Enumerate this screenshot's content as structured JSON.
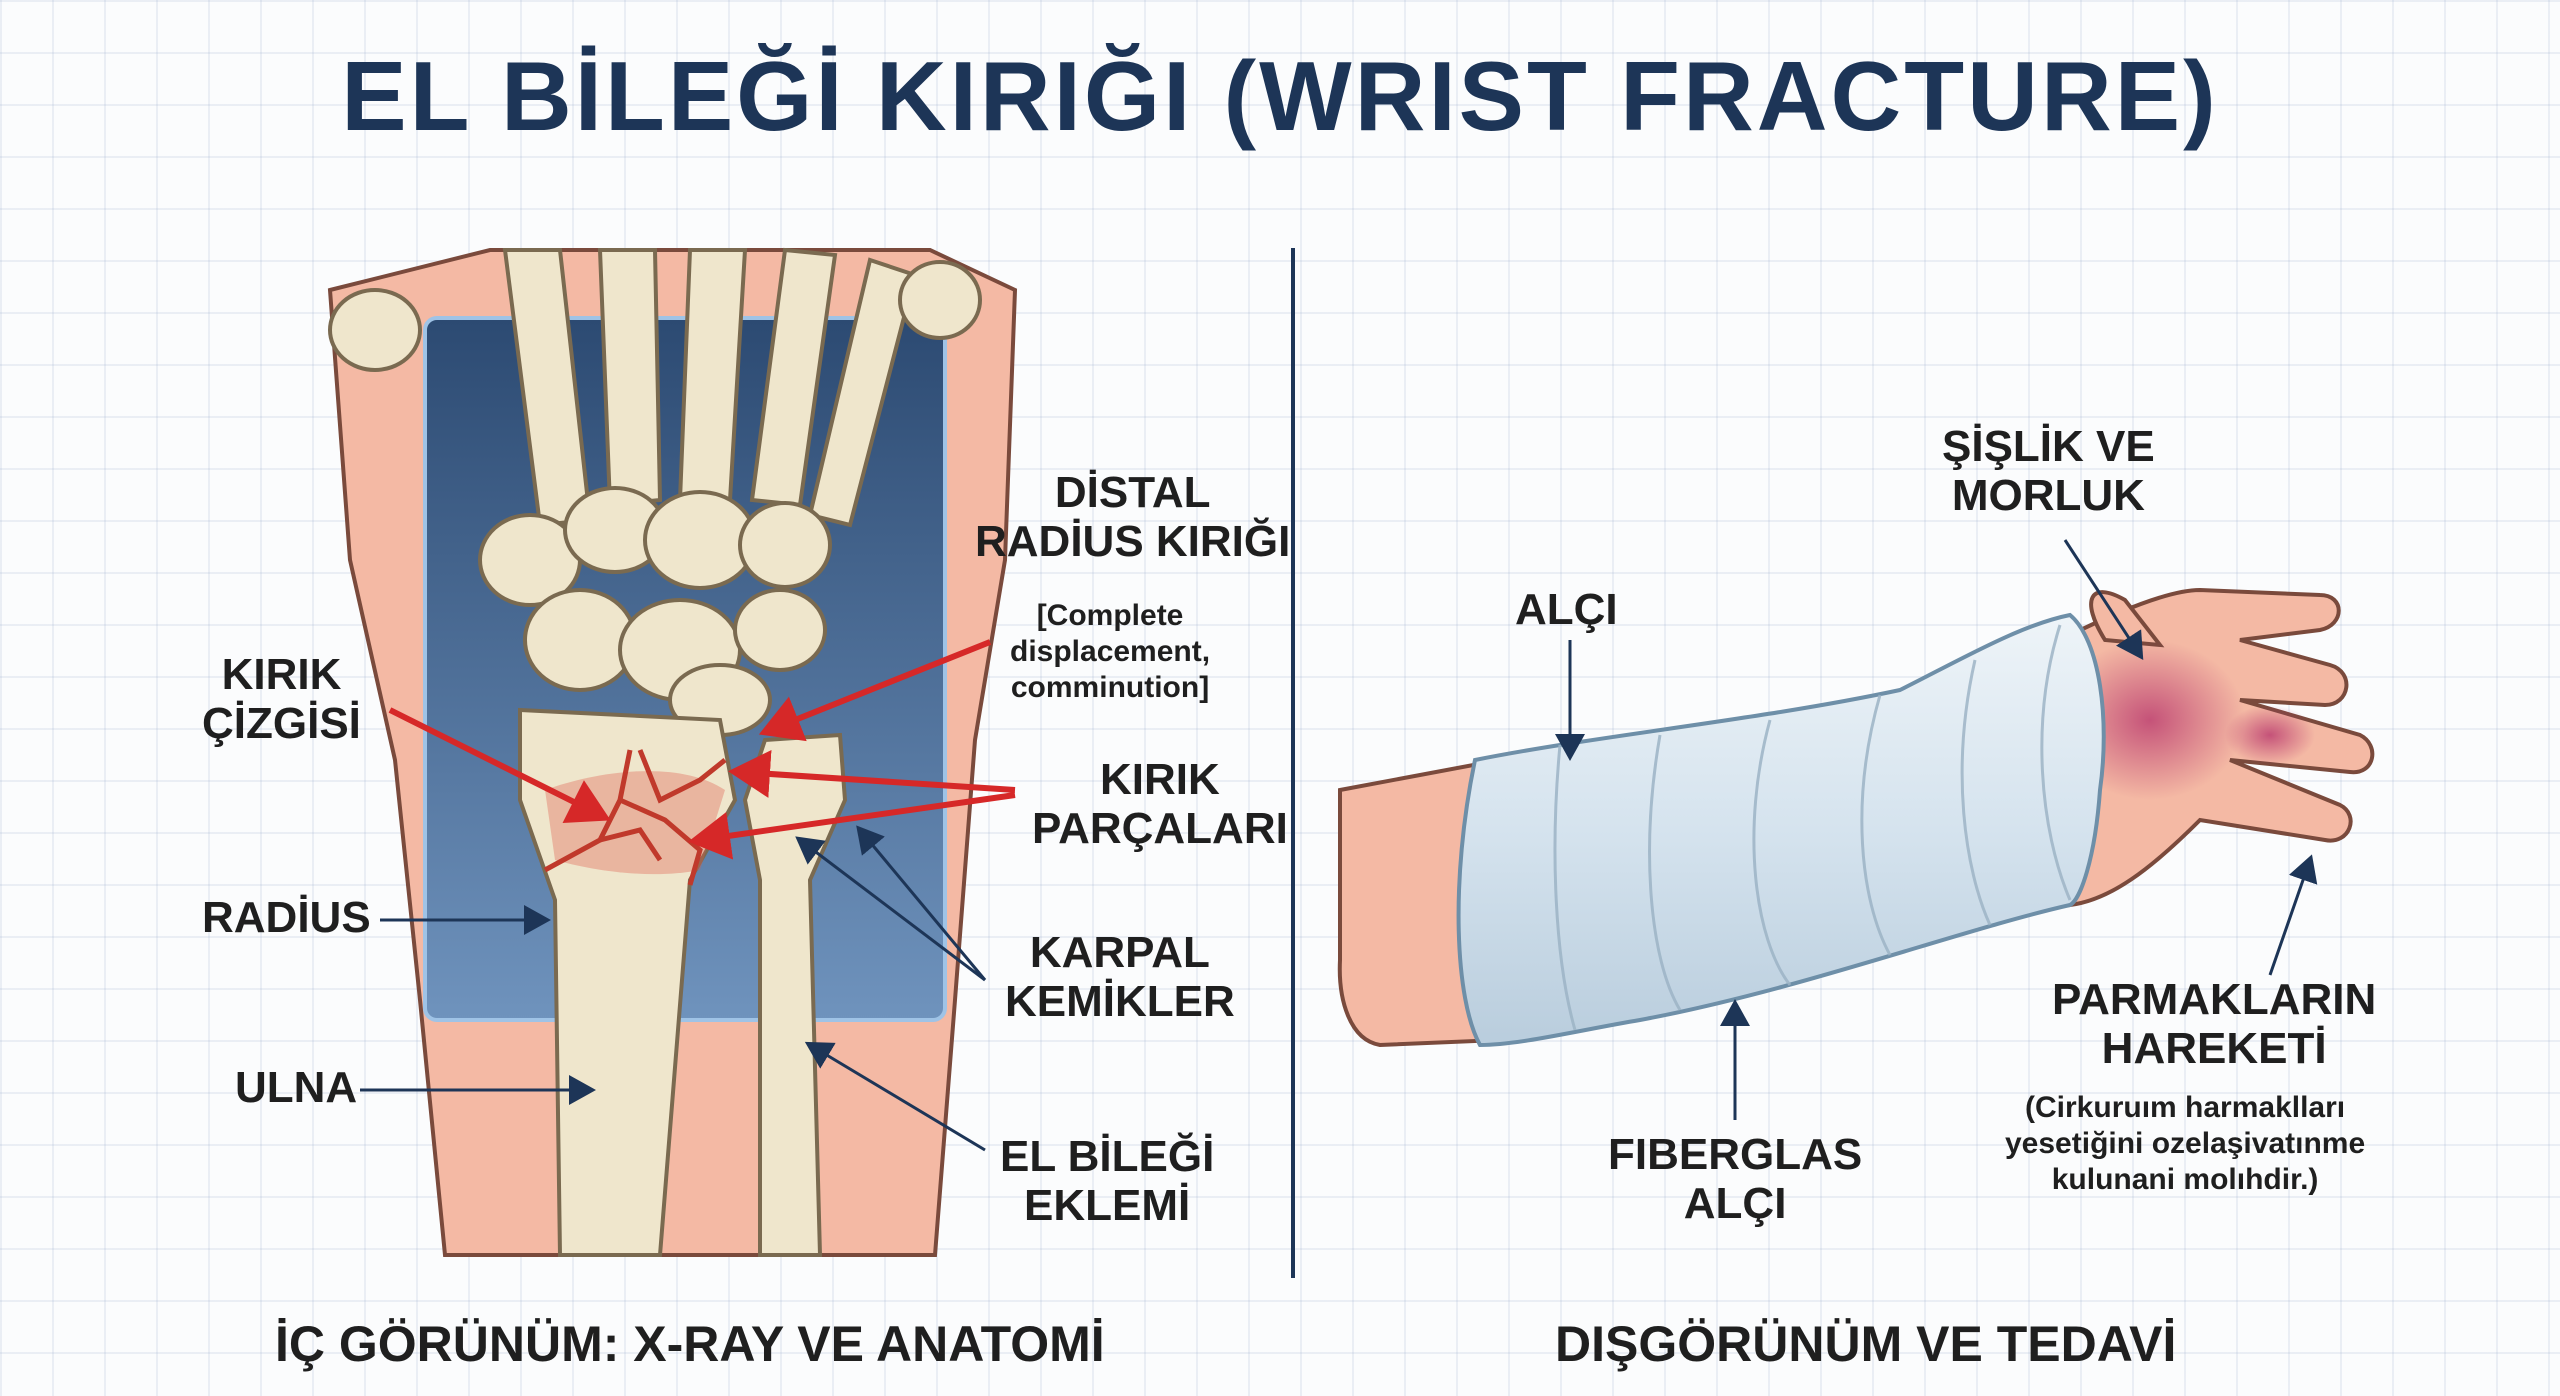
{
  "title": "EL BİLEĞİ KIRIĞI (WRIST FRACTURE)",
  "left_panel": {
    "caption": "İÇ GÖRÜNÜM: X-RAY VE ANATOMİ",
    "labels": {
      "distal_line1": "DİSTAL",
      "distal_line2": "RADİUS KIRIĞI",
      "distal_note1": "[Complete",
      "distal_note2": "displacement,",
      "distal_note3": "comminution]",
      "kirik_cizgisi_line1": "KIRIK",
      "kirik_cizgisi_line2": "ÇİZGİSİ",
      "kirik_parcalari_line1": "KIRIK",
      "kirik_parcalari_line2": "PARÇALARI",
      "radius": "RADİUS",
      "karpal_line1": "KARPAL",
      "karpal_line2": "KEMİKLER",
      "ulna": "ULNA",
      "eklem_line1": "EL BİLEĞİ",
      "eklem_line2": "EKLEMİ"
    }
  },
  "right_panel": {
    "caption": "DIŞGÖRÜNÜM VE TEDAVİ",
    "labels": {
      "sislik_line1": "ŞİŞLİK VE",
      "sislik_line2": "MORLUK",
      "alci": "ALÇI",
      "fiberglas_line1": "FIBERGLAS",
      "fiberglas_line2": "ALÇI",
      "parmak_line1": "PARMAKLARIN",
      "parmak_line2": "HAREKETİ",
      "parmak_note1": "(Cirkuruım harmaklları",
      "parmak_note2": "yesetiğini ozelaşivatınme",
      "parmak_note3": "kulunani molıhdir.)"
    }
  },
  "colors": {
    "title": "#1d3557",
    "fracture_arrow": "#d62828",
    "pointer_arrow": "#1d3557",
    "skin": "#f4b9a4",
    "bone": "#efe6cc",
    "xray_bg": "#3a5f8a",
    "cast": "#dde9f1",
    "bruise": "#b5306a"
  }
}
